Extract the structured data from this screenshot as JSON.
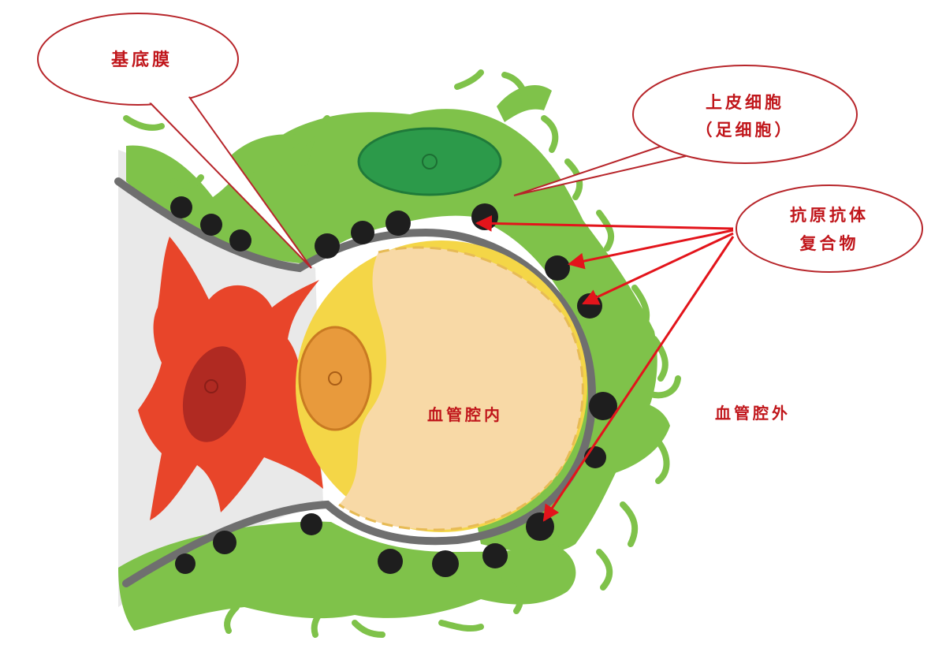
{
  "labels": {
    "basement_membrane": "基底膜",
    "epithelial_cell_line1": "上皮细胞",
    "epithelial_cell_line2": "（足细胞）",
    "immune_complex_line1": "抗原抗体",
    "immune_complex_line2": "复合物",
    "vessel_lumen_inside": "血管腔内",
    "vessel_lumen_outside": "血管腔外"
  },
  "colors": {
    "label_text": "#c0161b",
    "callout_border": "#b7252a",
    "arrow": "#e3141b",
    "podocyte_green": "#7fc24a",
    "podocyte_nucleus": "#2c9a4a",
    "basement_membrane": "#6f6f6f",
    "immune_deposit": "#1e1e1e",
    "mesangial_red": "#e8452a",
    "mesangial_nucleus": "#b02a22",
    "endothelial_yellow": "#f4d647",
    "lumen_cream": "#f8d9a6",
    "endothelial_nucleus": "#e89a3c"
  }
}
